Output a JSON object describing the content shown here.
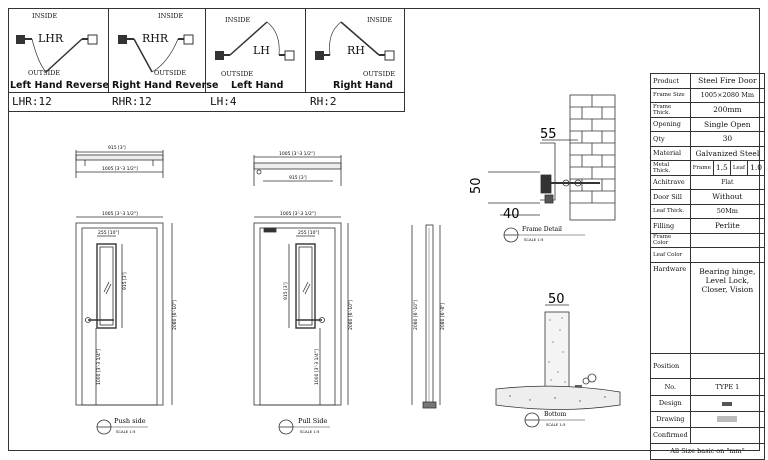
{
  "hands": [
    {
      "code": "LHR",
      "inside": "INSIDE",
      "outside": "OUTSIDE",
      "label": "Left Hand Reverse",
      "count_text": "LHR:12"
    },
    {
      "code": "RHR",
      "inside": "INSIDE",
      "outside": "OUTSIDE",
      "label": "Right Hand Reverse",
      "count_text": "RHR:12"
    },
    {
      "code": "LH",
      "inside": "INSIDE",
      "outside": "OUTSIDE",
      "label": "Left Hand",
      "count_text": "LH:4"
    },
    {
      "code": "RH",
      "inside": "INSIDE",
      "outside": "OUTSIDE",
      "label": "Right Hand",
      "count_text": "RH:2"
    }
  ],
  "push_view": {
    "top_dim1": "915 [3']",
    "top_dim2": "1005 [3'-3 1/2\"]",
    "width_dim": "1005 [3'-3 1/2\"]",
    "glass_w": "255 [10\"]",
    "glass_h": "915 [3']",
    "height_dim": "2080 [6'-10\"]",
    "handle_h": "1000 [3'-3 1/4\"]",
    "title": "Push side",
    "scale": "SCALE 1:5"
  },
  "pull_view": {
    "top_dim1": "1005 [3'-3 1/2\"]",
    "top_dim2": "915 [3']",
    "width_dim": "1005 [3'-3 1/2\"]",
    "glass_w": "255 [10\"]",
    "glass_h": "915 [3']",
    "height_dim": "2080 [6'-10\"]",
    "handle_h": "1000 [3'-3 1/4\"]",
    "title": "Pull Side",
    "scale": "SCALE 1:5"
  },
  "side_view": {
    "dim_a": "2080 [6'-10\"]",
    "dim_b": "2080 [6'-8\"]"
  },
  "frame_detail": {
    "dim_top": "55",
    "dim_side": "50",
    "dim_bottom": "40",
    "title": "Frame Detail",
    "scale": "SCALE 1:5"
  },
  "bottom_detail": {
    "dim_top": "50",
    "title": "Bottom",
    "scale": "SCALE 1:5"
  },
  "spec": {
    "product_k": "Product",
    "product_v": "Steel Fire Door",
    "frame_size_k": "Frame Size",
    "frame_size_v": "1005×2080 Mm",
    "frame_thick_k": "Frame Thick.",
    "frame_thick_v": "200mm",
    "opening_k": "Opening",
    "opening_v": "Single Open",
    "qty_k": "Qty",
    "qty_v": "30",
    "material_k": "Material",
    "material_v": "Galvanized Steel",
    "metal_k": "Metal Thick.",
    "metal_frame_k": "Frame",
    "metal_frame_v": "1.5",
    "metal_leaf_k": "Leaf",
    "metal_leaf_v": "1.0",
    "architrave_k": "Achitrave",
    "architrave_v": "Flat",
    "sill_k": "Door Sill",
    "sill_v": "Without",
    "leaf_k": "Leaf Thick.",
    "leaf_v": "50Mm",
    "filling_k": "Filling",
    "filling_v": "Perlite",
    "frame_color_k": "Frame Color",
    "frame_color_v": "",
    "leaf_color_k": "Leaf Color",
    "leaf_color_v": "",
    "hardware_k": "Hardware",
    "hardware_v": "Bearing hinge, Level Lock, Closer, Vision",
    "position_k": "Position",
    "position_v": "",
    "no_k": "No.",
    "no_v": "TYPE 1",
    "design_k": "Design",
    "drawing_k": "Drawing",
    "confirmed_k": "Confirmed",
    "footer": "All Size basic on \"mm\""
  }
}
